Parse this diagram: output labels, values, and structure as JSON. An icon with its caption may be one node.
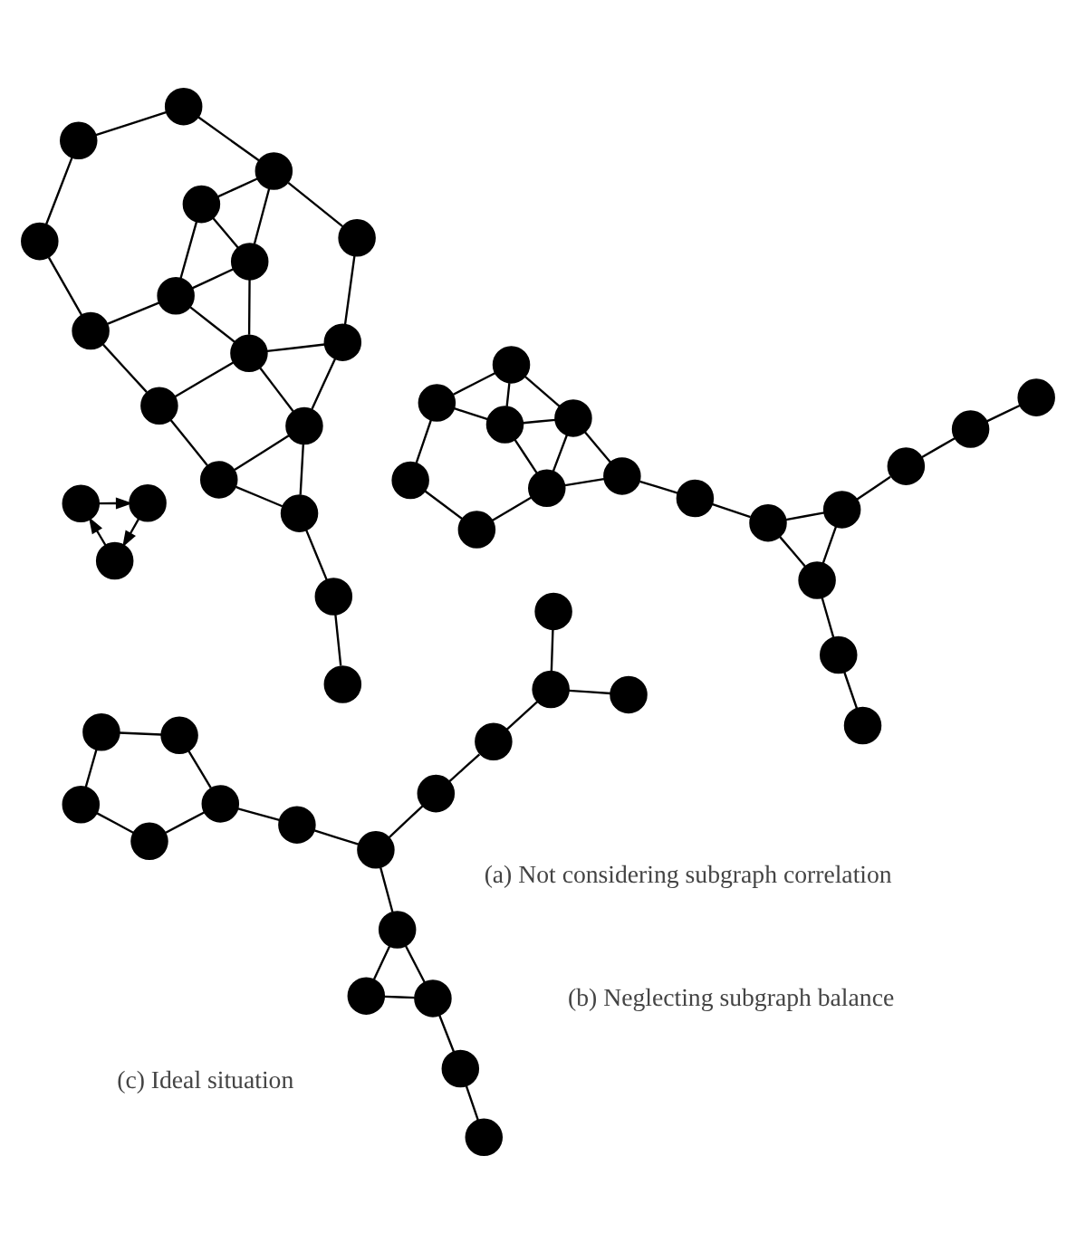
{
  "diagram": {
    "nodes": [
      {
        "text": [],
        "shape": "circle"
      },
      {
        "text": [],
        "shape": "circle"
      },
      {
        "text": [],
        "shape": "circle"
      },
      {
        "text": [],
        "shape": "circle"
      },
      {
        "text": [],
        "shape": "circle"
      },
      {
        "text": [],
        "shape": "circle"
      },
      {
        "text": [],
        "shape": "circle"
      },
      {
        "text": [],
        "shape": "circle"
      },
      {
        "text": [],
        "shape": "circle"
      },
      {
        "text": [],
        "shape": "circle"
      },
      {
        "text": [],
        "shape": "circle"
      },
      {
        "text": [],
        "shape": "circle"
      },
      {
        "text": [],
        "shape": "circle"
      },
      {
        "text": [],
        "shape": "circle"
      },
      {
        "text": [],
        "shape": "circle"
      },
      {
        "text": [],
        "shape": "circle"
      },
      {
        "text": [],
        "shape": "circle"
      },
      {
        "text": [],
        "shape": "circle"
      },
      {
        "text": [],
        "shape": "circle"
      },
      {
        "text": [],
        "shape": "circle"
      },
      {
        "text": [],
        "shape": "circle"
      },
      {
        "text": [],
        "shape": "circle"
      },
      {
        "text": [],
        "shape": "circle"
      },
      {
        "text": [],
        "shape": "circle"
      },
      {
        "text": [],
        "shape": "circle"
      },
      {
        "text": [],
        "shape": "circle"
      },
      {
        "text": [],
        "shape": "circle"
      },
      {
        "text": [],
        "shape": "circle"
      },
      {
        "text": [],
        "shape": "circle"
      },
      {
        "text": [],
        "shape": "circle"
      },
      {
        "text": [],
        "shape": "circle"
      },
      {
        "text": [],
        "shape": "circle"
      },
      {
        "text": [],
        "shape": "circle"
      },
      {
        "text": [],
        "shape": "circle"
      },
      {
        "text": [],
        "shape": "circle"
      },
      {
        "text": [],
        "shape": "circle"
      },
      {
        "text": [],
        "shape": "circle"
      },
      {
        "text": [],
        "shape": "circle"
      },
      {
        "text": [],
        "shape": "circle"
      },
      {
        "text": [],
        "shape": "circle"
      },
      {
        "text": [],
        "shape": "circle"
      },
      {
        "text": [],
        "shape": "circle"
      },
      {
        "text": [],
        "shape": "circle"
      },
      {
        "text": [],
        "shape": "circle"
      },
      {
        "text": [],
        "shape": "circle"
      },
      {
        "text": [],
        "shape": "circle"
      },
      {
        "text": [],
        "shape": "circle"
      },
      {
        "text": [],
        "shape": "circle"
      },
      {
        "text": [],
        "shape": "circle"
      },
      {
        "text": [],
        "shape": "circle"
      },
      {
        "text": [],
        "shape": "circle"
      },
      {
        "text": [],
        "shape": "circle"
      },
      {
        "text": [],
        "shape": "circle"
      },
      {
        "text": [],
        "shape": "circle"
      }
    ],
    "edges": [
      {
        "from": 0,
        "to": 1,
        "arrow": "to"
      },
      {
        "from": 1,
        "to": 2,
        "arrow": "to"
      },
      {
        "from": 2,
        "to": 0,
        "arrow": "to"
      },
      {
        "from": 9,
        "to": 10,
        "arrow": "none"
      },
      {
        "from": 10,
        "to": 12,
        "arrow": "none"
      },
      {
        "from": 12,
        "to": 11,
        "arrow": "none"
      },
      {
        "from": 12,
        "to": 15,
        "arrow": "none"
      },
      {
        "from": 11,
        "to": 15,
        "arrow": "none"
      },
      {
        "from": 11,
        "to": 7,
        "arrow": "none"
      },
      {
        "from": 15,
        "to": 14,
        "arrow": "none"
      },
      {
        "from": 15,
        "to": 19,
        "arrow": "none"
      },
      {
        "from": 14,
        "to": 7,
        "arrow": "none"
      },
      {
        "from": 14,
        "to": 6,
        "arrow": "none"
      },
      {
        "from": 14,
        "to": 16,
        "arrow": "none"
      },
      {
        "from": 14,
        "to": 19,
        "arrow": "none"
      },
      {
        "from": 7,
        "to": 5,
        "arrow": "none"
      },
      {
        "from": 5,
        "to": 3,
        "arrow": "none"
      },
      {
        "from": 5,
        "to": 6,
        "arrow": "none"
      },
      {
        "from": 3,
        "to": 4,
        "arrow": "none"
      },
      {
        "from": 6,
        "to": 8,
        "arrow": "none"
      },
      {
        "from": 6,
        "to": 16,
        "arrow": "none"
      },
      {
        "from": 8,
        "to": 16,
        "arrow": "none"
      },
      {
        "from": 8,
        "to": 13,
        "arrow": "none"
      },
      {
        "from": 4,
        "to": 17,
        "arrow": "none"
      },
      {
        "from": 13,
        "to": 16,
        "arrow": "none"
      },
      {
        "from": 13,
        "to": 17,
        "arrow": "none"
      },
      {
        "from": 13,
        "to": 18,
        "arrow": "none"
      },
      {
        "from": 19,
        "to": 18,
        "arrow": "none"
      },
      {
        "from": 20,
        "to": 21,
        "arrow": "none"
      },
      {
        "from": 20,
        "to": 22,
        "arrow": "none"
      },
      {
        "from": 20,
        "to": 23,
        "arrow": "none"
      },
      {
        "from": 20,
        "to": 25,
        "arrow": "none"
      },
      {
        "from": 21,
        "to": 23,
        "arrow": "none"
      },
      {
        "from": 21,
        "to": 24,
        "arrow": "none"
      },
      {
        "from": 23,
        "to": 25,
        "arrow": "none"
      },
      {
        "from": 23,
        "to": 29,
        "arrow": "none"
      },
      {
        "from": 25,
        "to": 29,
        "arrow": "none"
      },
      {
        "from": 25,
        "to": 28,
        "arrow": "none"
      },
      {
        "from": 22,
        "to": 31,
        "arrow": "none"
      },
      {
        "from": 28,
        "to": 29,
        "arrow": "none"
      },
      {
        "from": 28,
        "to": 31,
        "arrow": "none"
      },
      {
        "from": 26,
        "to": 27,
        "arrow": "none"
      },
      {
        "from": 27,
        "to": 32,
        "arrow": "none"
      },
      {
        "from": 32,
        "to": 30,
        "arrow": "none"
      },
      {
        "from": 32,
        "to": 34,
        "arrow": "none"
      },
      {
        "from": 30,
        "to": 34,
        "arrow": "none"
      },
      {
        "from": 30,
        "to": 24,
        "arrow": "none"
      },
      {
        "from": 34,
        "to": 33,
        "arrow": "none"
      },
      {
        "from": 33,
        "to": 36,
        "arrow": "none"
      },
      {
        "from": 35,
        "to": 36,
        "arrow": "none"
      },
      {
        "from": 37,
        "to": 38,
        "arrow": "none"
      },
      {
        "from": 37,
        "to": 39,
        "arrow": "none"
      },
      {
        "from": 38,
        "to": 40,
        "arrow": "none"
      },
      {
        "from": 38,
        "to": 41,
        "arrow": "none"
      },
      {
        "from": 40,
        "to": 42,
        "arrow": "none"
      },
      {
        "from": 39,
        "to": 42,
        "arrow": "none"
      },
      {
        "from": 41,
        "to": 48,
        "arrow": "none"
      },
      {
        "from": 44,
        "to": 43,
        "arrow": "none"
      },
      {
        "from": 43,
        "to": 46,
        "arrow": "none"
      },
      {
        "from": 46,
        "to": 45,
        "arrow": "none"
      },
      {
        "from": 46,
        "to": 49,
        "arrow": "none"
      },
      {
        "from": 45,
        "to": 49,
        "arrow": "none"
      },
      {
        "from": 49,
        "to": 48,
        "arrow": "none"
      },
      {
        "from": 48,
        "to": 53,
        "arrow": "none"
      },
      {
        "from": 53,
        "to": 52,
        "arrow": "none"
      },
      {
        "from": 52,
        "to": 47,
        "arrow": "none"
      },
      {
        "from": 47,
        "to": 50,
        "arrow": "none"
      },
      {
        "from": 47,
        "to": 51,
        "arrow": "none"
      }
    ],
    "labels": [
      "(a) Not considering subgraph correlation",
      "(b) Neglecting subgraph balance",
      "(c) Ideal situation"
    ]
  }
}
